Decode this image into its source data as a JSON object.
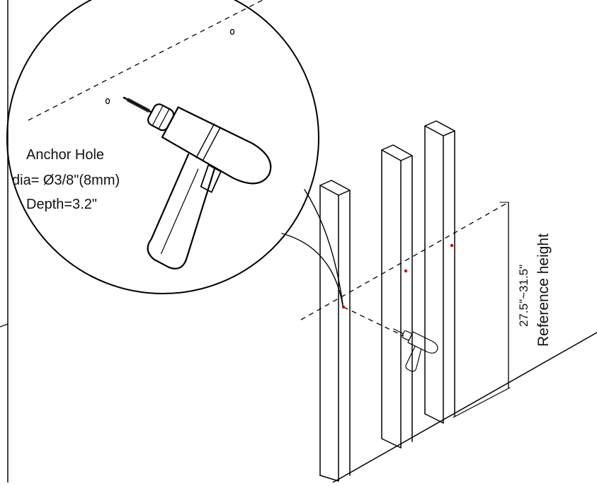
{
  "callout": {
    "line1": "Anchor Hole",
    "line2": "dia= Ø3/8\"(8mm)",
    "line3": "Depth=3.2\""
  },
  "dimension": {
    "range": "27.5\"~31.5\"",
    "label": "Reference height"
  },
  "colors": {
    "line": "#000000",
    "hole_marker": "#cc0000",
    "background": "#ffffff"
  },
  "icons": [
    "drill-icon",
    "drill-icon-small"
  ]
}
